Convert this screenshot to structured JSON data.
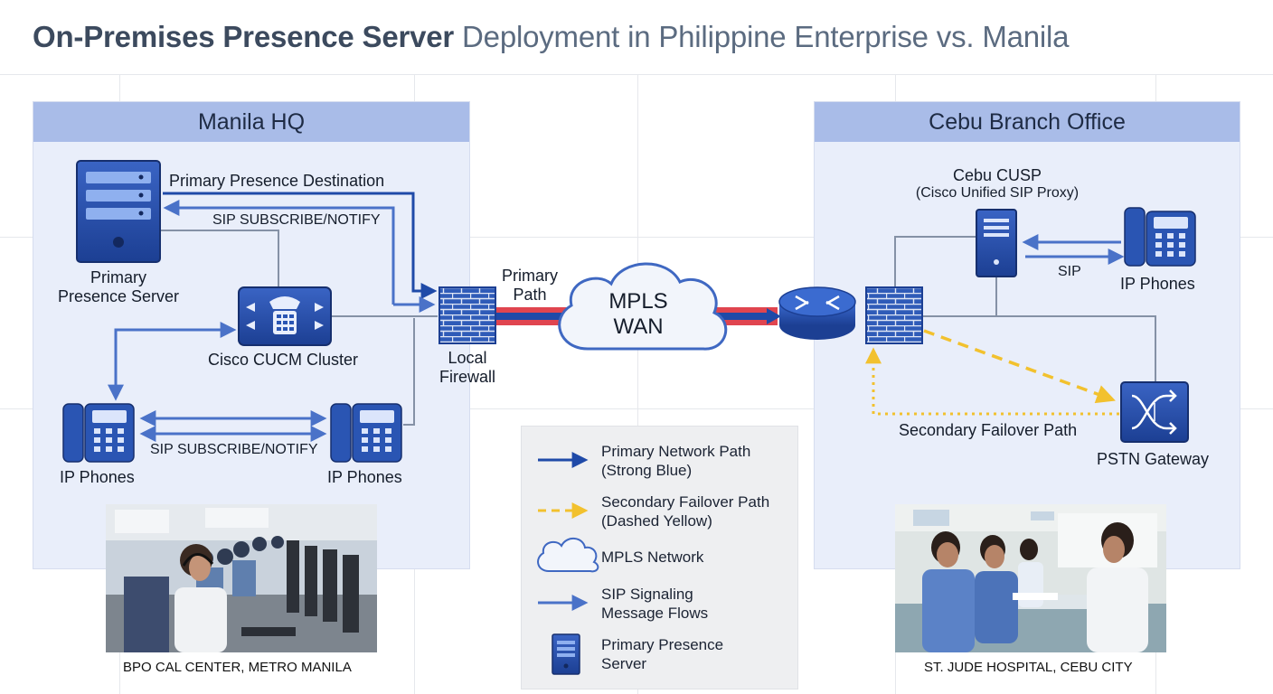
{
  "title": {
    "strong": "On-Premises Presence Server",
    "light": " Deployment in Philippine Enterprise vs. Manila"
  },
  "manila": {
    "header": "Manila HQ",
    "primary_dest_label": "Primary Presence Destination",
    "sip_subscribe_top": "SIP SUBSCRIBE/NOTIFY",
    "server_label_1": "Primary",
    "server_label_2": "Presence Server",
    "cucm_label": "Cisco CUCM Cluster",
    "ip_phones_left": "IP Phones",
    "ip_phones_right": "IP Phones",
    "sip_subscribe_bottom": "SIP SUBSCRIBE/NOTIFY",
    "firewall_label_1": "Local",
    "firewall_label_2": "Firewall",
    "photo_caption": "BPO CAL CENTER, METRO MANILA"
  },
  "wan": {
    "primary_path_1": "Primary",
    "primary_path_2": "Path",
    "cloud_1": "MPLS",
    "cloud_2": "WAN"
  },
  "cebu": {
    "header": "Cebu Branch Office",
    "cusp_1": "Cebu CUSP",
    "cusp_2": "(Cisco Unified SIP Proxy)",
    "sip": "SIP",
    "ip_phones": "IP Phones",
    "failover": "Secondary Failover Path",
    "pstn": "PSTN Gateway",
    "photo_caption": "ST. JUDE HOSPITAL, CEBU CITY"
  },
  "legend": {
    "primary_1": "Primary Network Path",
    "primary_2": "(Strong Blue)",
    "secondary_1": "Secondary Failover Path",
    "secondary_2": "(Dashed Yellow)",
    "mpls": "MPLS Network",
    "sip_1": "SIP Signaling",
    "sip_2": "Message Flows",
    "server_1": "Primary Presence",
    "server_2": "Server"
  },
  "colors": {
    "primary_blue": "#1f4aa8",
    "sip_blue": "#4a72c8",
    "failover_yellow": "#f2c12e",
    "wan_red": "#e0454f",
    "region_bg": "#e9eefa",
    "region_header": "#a9bce8"
  }
}
